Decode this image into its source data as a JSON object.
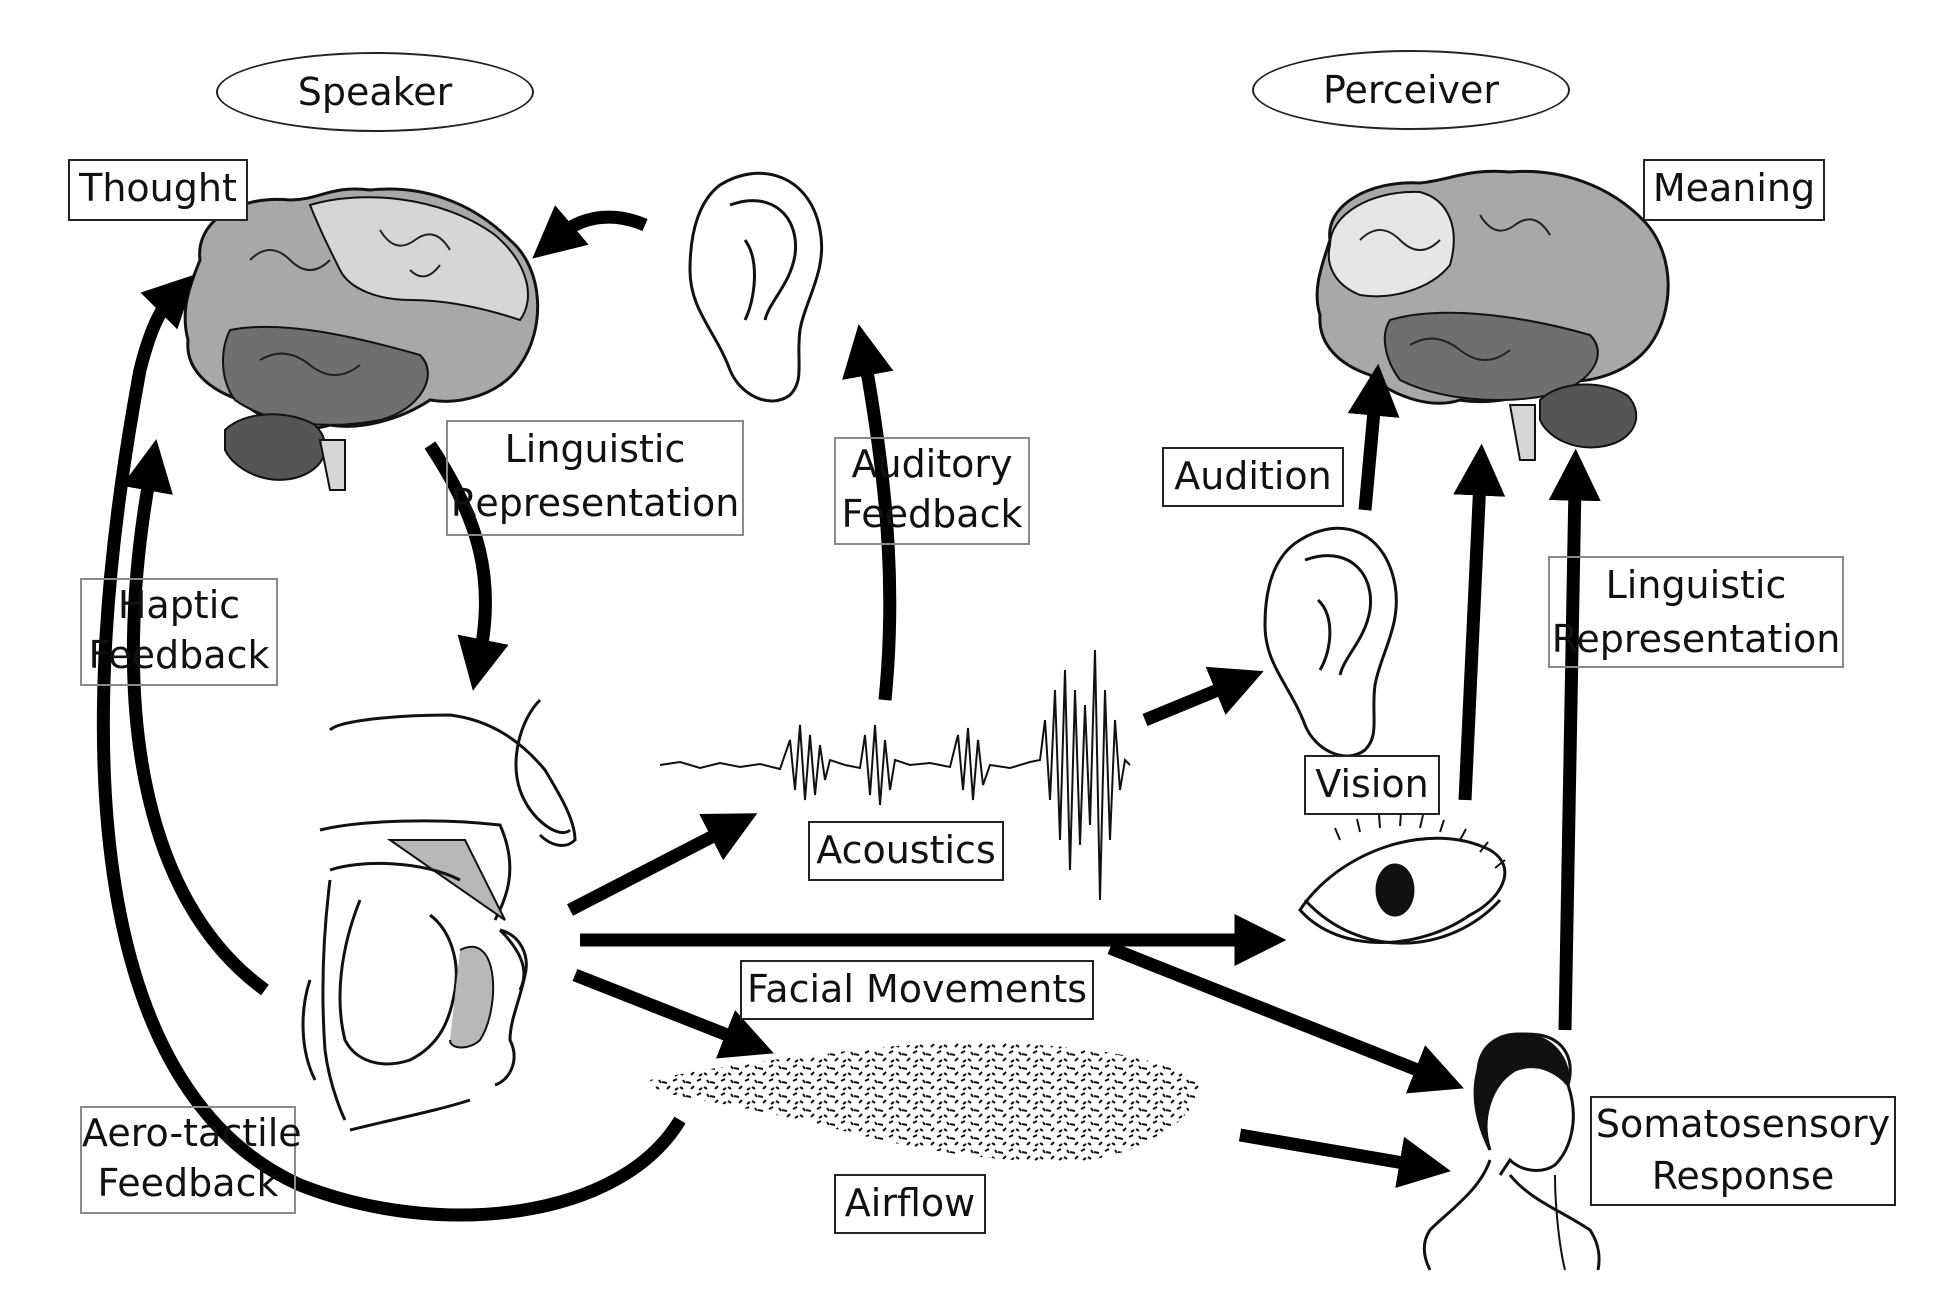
{
  "roles": {
    "speaker": "Speaker",
    "perceiver": "Perceiver"
  },
  "labels": {
    "thought": "Thought",
    "meaning": "Meaning",
    "speaker_linguistic": [
      "Linguistic",
      "Representation"
    ],
    "auditory_feedback": [
      "Auditory",
      "Feedback"
    ],
    "haptic_feedback": [
      "Haptic",
      "Feedback"
    ],
    "audition": "Audition",
    "perceiver_linguistic": [
      "Linguistic",
      "Representation"
    ],
    "vision": "Vision",
    "acoustics": "Acoustics",
    "facial_movements": "Facial Movements",
    "airflow": "Airflow",
    "aero_tactile_feedback": [
      "Aero-tactile",
      "Feedback"
    ],
    "somatosensory_response": [
      "Somatosensory",
      "Response"
    ]
  },
  "colors": {
    "stroke": "#000000",
    "brain_light": "#d6d6d6",
    "brain_mid": "#a8a8a8",
    "brain_dark": "#6f6f6f",
    "tongue": "#b8b8b8"
  },
  "icons": [
    "brain-icon",
    "ear-icon",
    "eye-icon",
    "vocal-tract-icon",
    "waveform-icon",
    "airflow-icon",
    "head-profile-icon"
  ]
}
